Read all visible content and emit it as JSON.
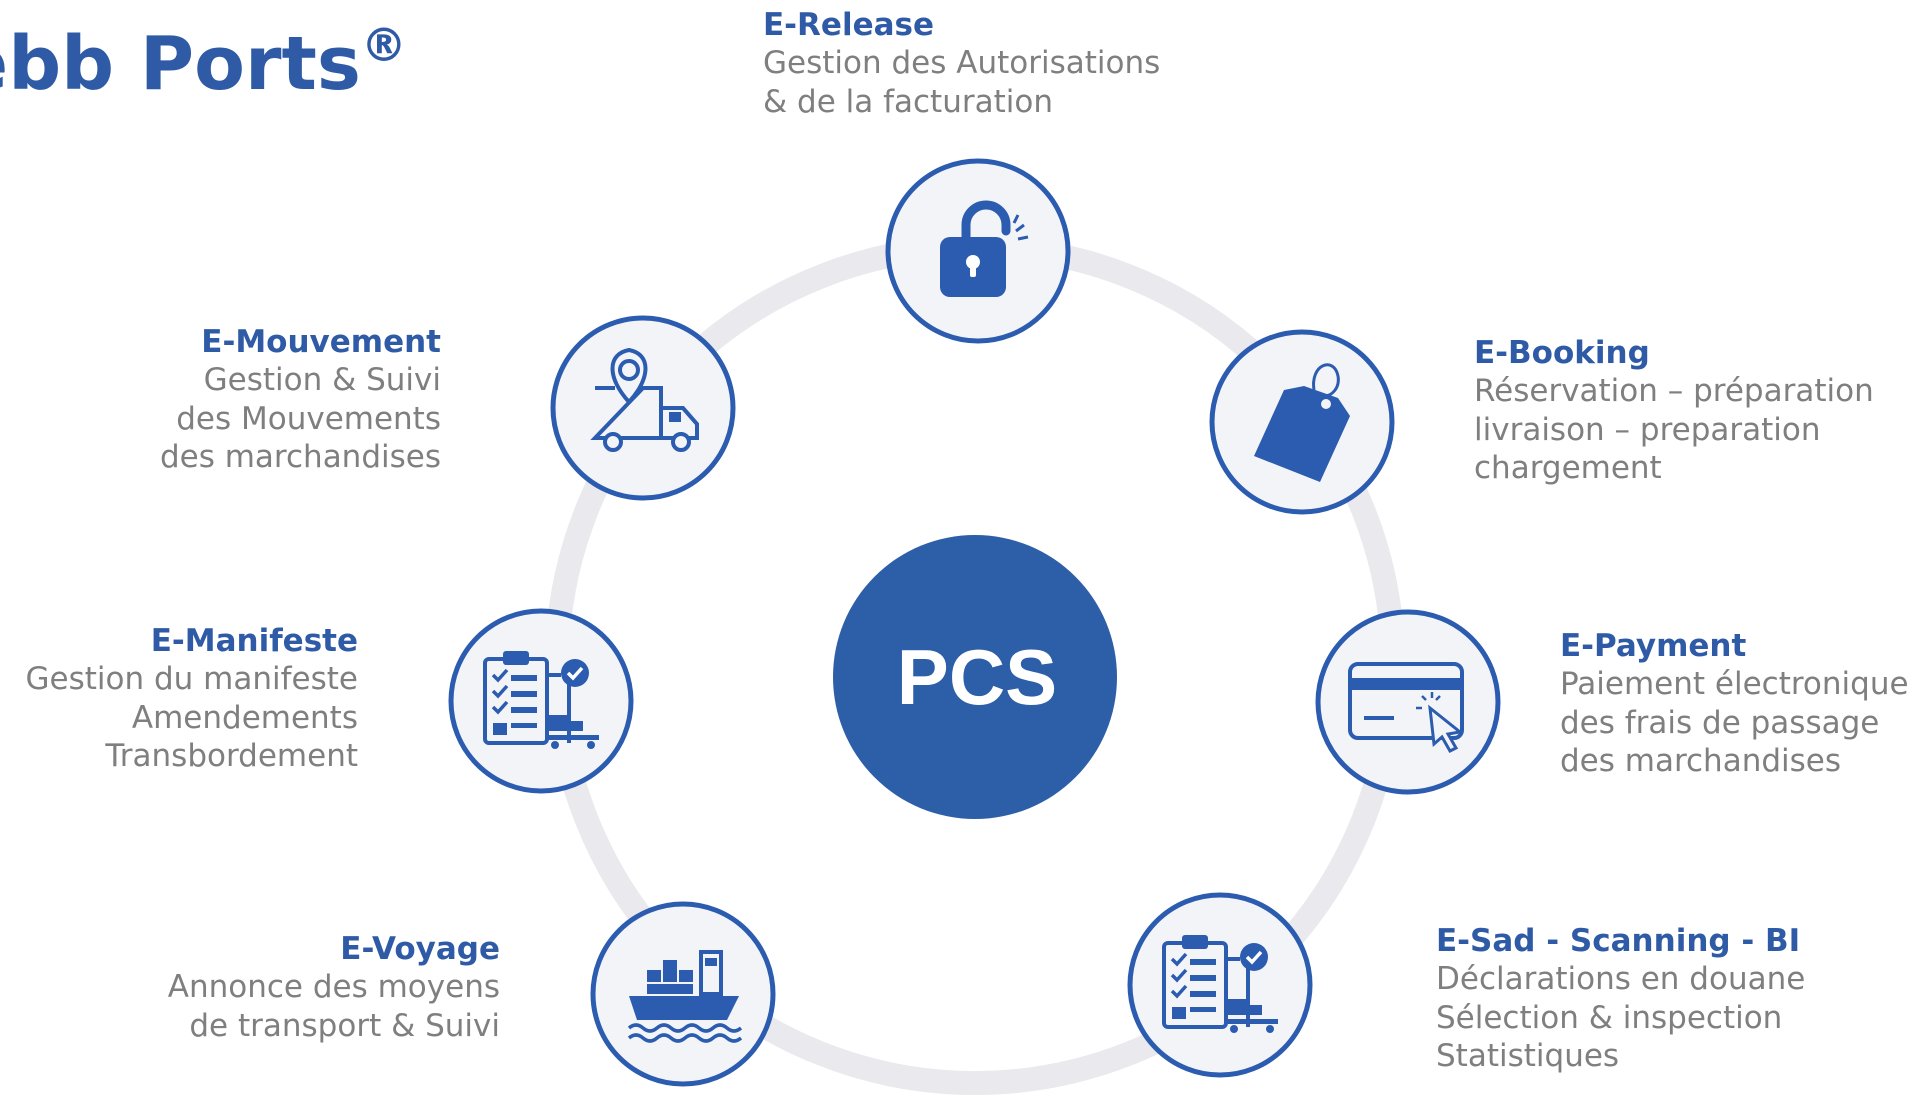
{
  "title": {
    "text": "ebb Ports",
    "mark": "®"
  },
  "colors": {
    "brand": "#2e5aa6",
    "center": "#2d5ea8",
    "ring": "#e9e9ee",
    "node_fill": "#f3f4f8",
    "node_border": "#2b5cb0",
    "icon": "#2b5cb0",
    "desc_text": "#7f7f7f"
  },
  "center": {
    "label": "PCS"
  },
  "modules": [
    {
      "id": "e-release",
      "icon": "padlock-open-icon",
      "name": "E-Release",
      "lines": [
        "Gestion des Autorisations",
        "& de la facturation"
      ]
    },
    {
      "id": "e-booking",
      "icon": "price-tag-icon",
      "name": "E-Booking",
      "lines": [
        "Réservation – préparation",
        "livraison – preparation",
        "chargement"
      ]
    },
    {
      "id": "e-payment",
      "icon": "credit-card-click-icon",
      "name": "E-Payment",
      "lines": [
        "Paiement électronique",
        "des frais de passage",
        "des marchandises"
      ]
    },
    {
      "id": "e-sad",
      "icon": "clipboard-scale-icon",
      "name": "E-Sad - Scanning - BI",
      "lines": [
        "Déclarations en douane",
        "Sélection & inspection",
        "Statistiques"
      ]
    },
    {
      "id": "e-voyage",
      "icon": "cargo-ship-icon",
      "name": "E-Voyage",
      "lines": [
        "Annonce des moyens",
        "de transport & Suivi"
      ]
    },
    {
      "id": "e-manifeste",
      "icon": "clipboard-scale-icon",
      "name": "E-Manifeste",
      "lines": [
        "Gestion du manifeste",
        "Amendements",
        "Transbordement"
      ]
    },
    {
      "id": "e-mouvement",
      "icon": "truck-location-icon",
      "name": "E-Mouvement",
      "lines": [
        "Gestion & Suivi",
        "des Mouvements",
        "des marchandises"
      ]
    }
  ]
}
